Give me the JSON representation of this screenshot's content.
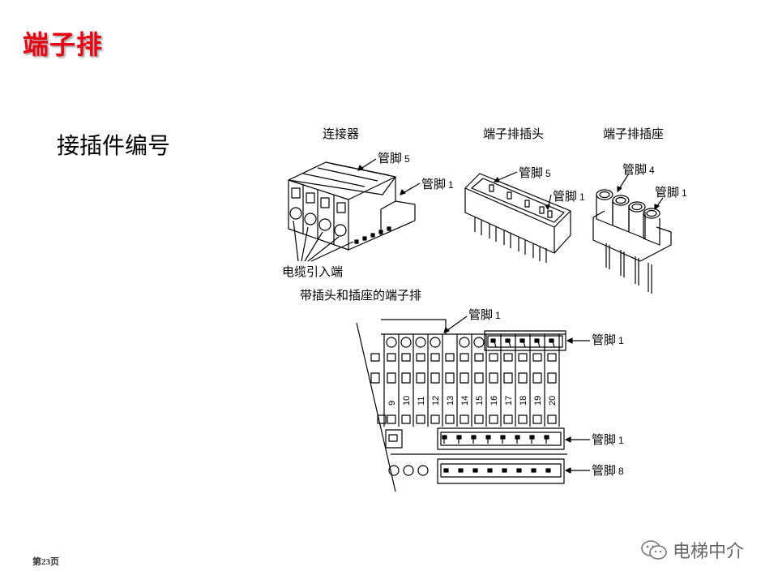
{
  "title": "端子排",
  "subtitle": "接插件编号",
  "labels": {
    "connector": "连接器",
    "header": "端子排插头",
    "socket": "端子排插座",
    "cable_entry": "电缆引入端",
    "combined": "带插头和插座的端子排"
  },
  "pin_word": "管脚",
  "pins": {
    "connector_top": "5",
    "connector_second": "1",
    "header_top": "5",
    "header_second": "1",
    "socket_top": "4",
    "socket_second": "1",
    "strip_top": "1",
    "strip_right": "1",
    "strip_mid": "1",
    "strip_bottom": "8"
  },
  "terminal_numbers": [
    "9",
    "10",
    "11",
    "12",
    "13",
    "14",
    "15",
    "16",
    "17",
    "18",
    "19",
    "20"
  ],
  "footer": "第23页",
  "watermark": "电梯中介",
  "colors": {
    "title": "#e60012"
  }
}
